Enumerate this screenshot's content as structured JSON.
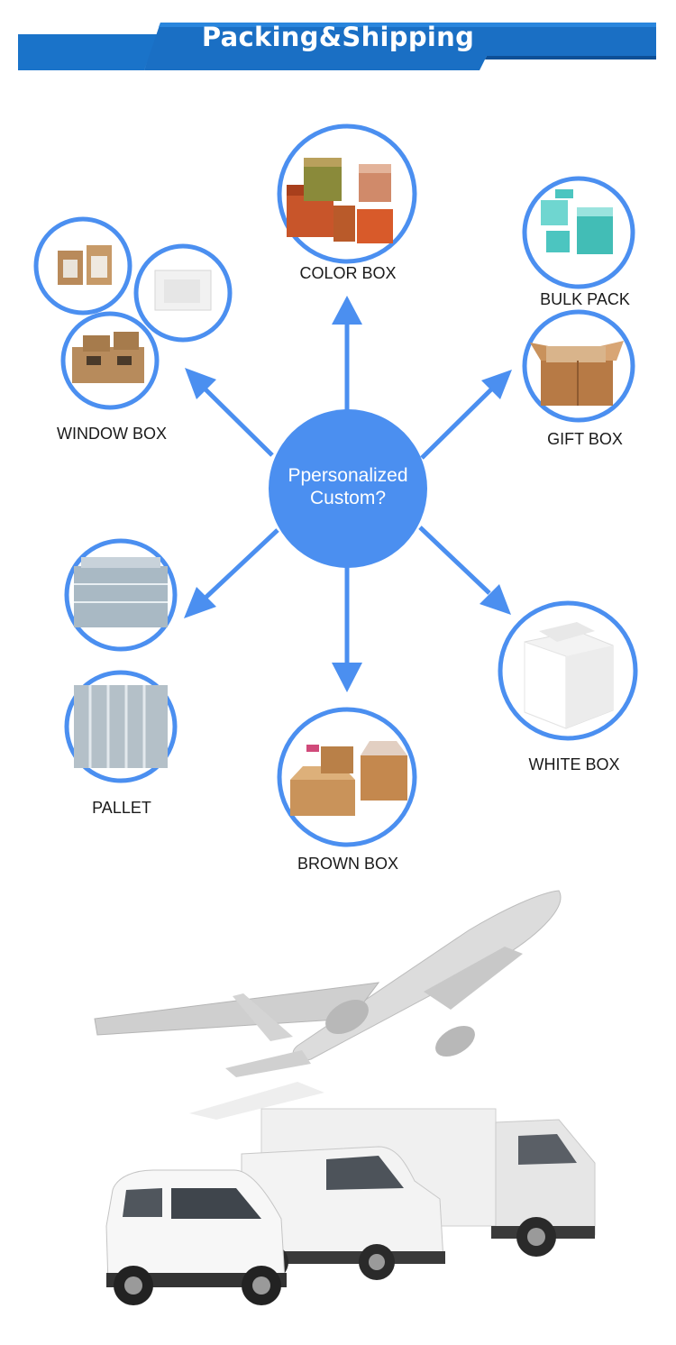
{
  "header": {
    "title": "Packing&Shipping"
  },
  "center": {
    "line1": "Ppersonalized",
    "line2": "Custom?"
  },
  "options": {
    "color_box": "COLOR BOX",
    "bulk_pack": "BULK PACK",
    "gift_box": "GIFT BOX",
    "window_box": "WINDOW BOX",
    "pallet": "PALLET",
    "brown_box": "BROWN BOX",
    "white_box": "WHITE BOX"
  },
  "colors": {
    "accent_blue": "#4b8ff0",
    "banner_blue": "#1a73c9",
    "banner_dark": "#0d4f96"
  }
}
